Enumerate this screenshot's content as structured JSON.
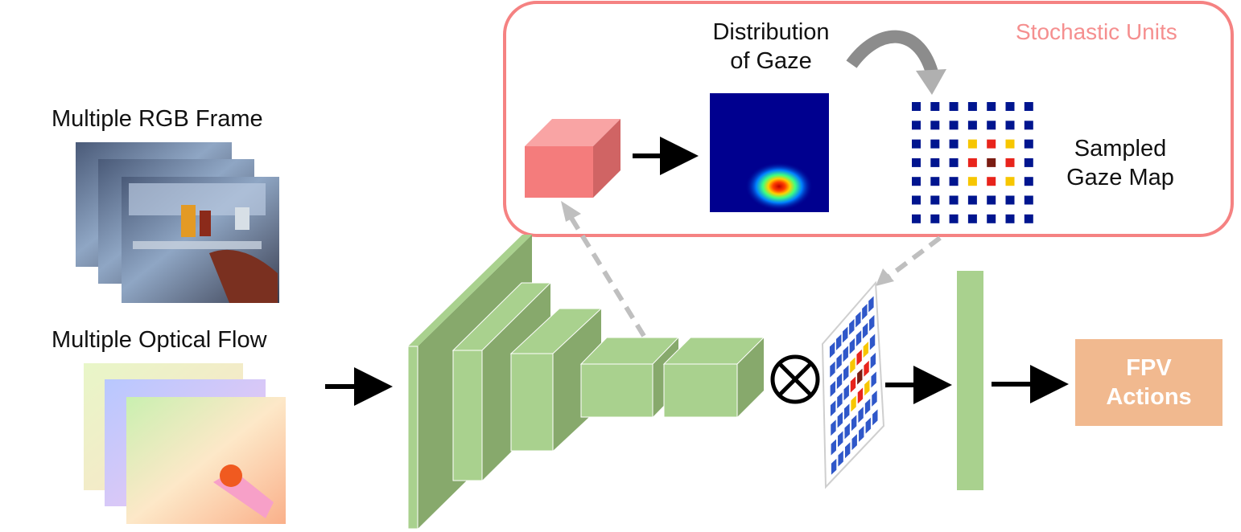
{
  "inputs": {
    "rgb_label": "Multiple RGB Frame",
    "flow_label": "Multiple Optical Flow"
  },
  "stochastic": {
    "title": "Stochastic Units",
    "distribution_label_line1": "Distribution",
    "distribution_label_line2": "of Gaze",
    "sampled_label_line1": "Sampled",
    "sampled_label_line2": "Gaze Map"
  },
  "output": {
    "line1": "FPV",
    "line2": "Actions"
  },
  "operator_symbol": "⊗",
  "colors": {
    "stochastic_border": "#f58282",
    "stochastic_text": "#f58f8f",
    "conv_front": "#a9d18e",
    "conv_side": "#87a96c",
    "red_cube": "#f47c7c",
    "output_box": "#f1b98f",
    "gaze_blue": "#00158f",
    "gaze_red": "#e8241c",
    "gaze_yellow": "#f7c600",
    "gaze_dark": "#7a1c12"
  }
}
